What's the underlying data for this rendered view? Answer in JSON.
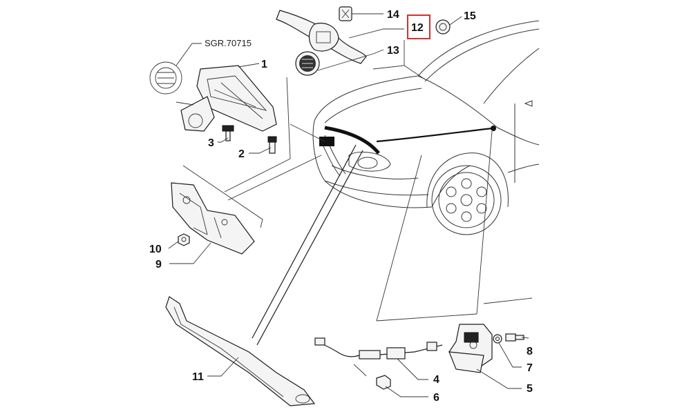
{
  "diagram": {
    "reference_code": "SGR.70715",
    "highlight_color": "#d32f2f",
    "callouts": {
      "c1": "1",
      "c2": "2",
      "c3": "3",
      "c4": "4",
      "c5": "5",
      "c6": "6",
      "c7": "7",
      "c8": "8",
      "c9": "9",
      "c10": "10",
      "c11": "11",
      "c12": "12",
      "c13": "13",
      "c14": "14",
      "c15": "15"
    },
    "highlighted_callout": "12"
  }
}
